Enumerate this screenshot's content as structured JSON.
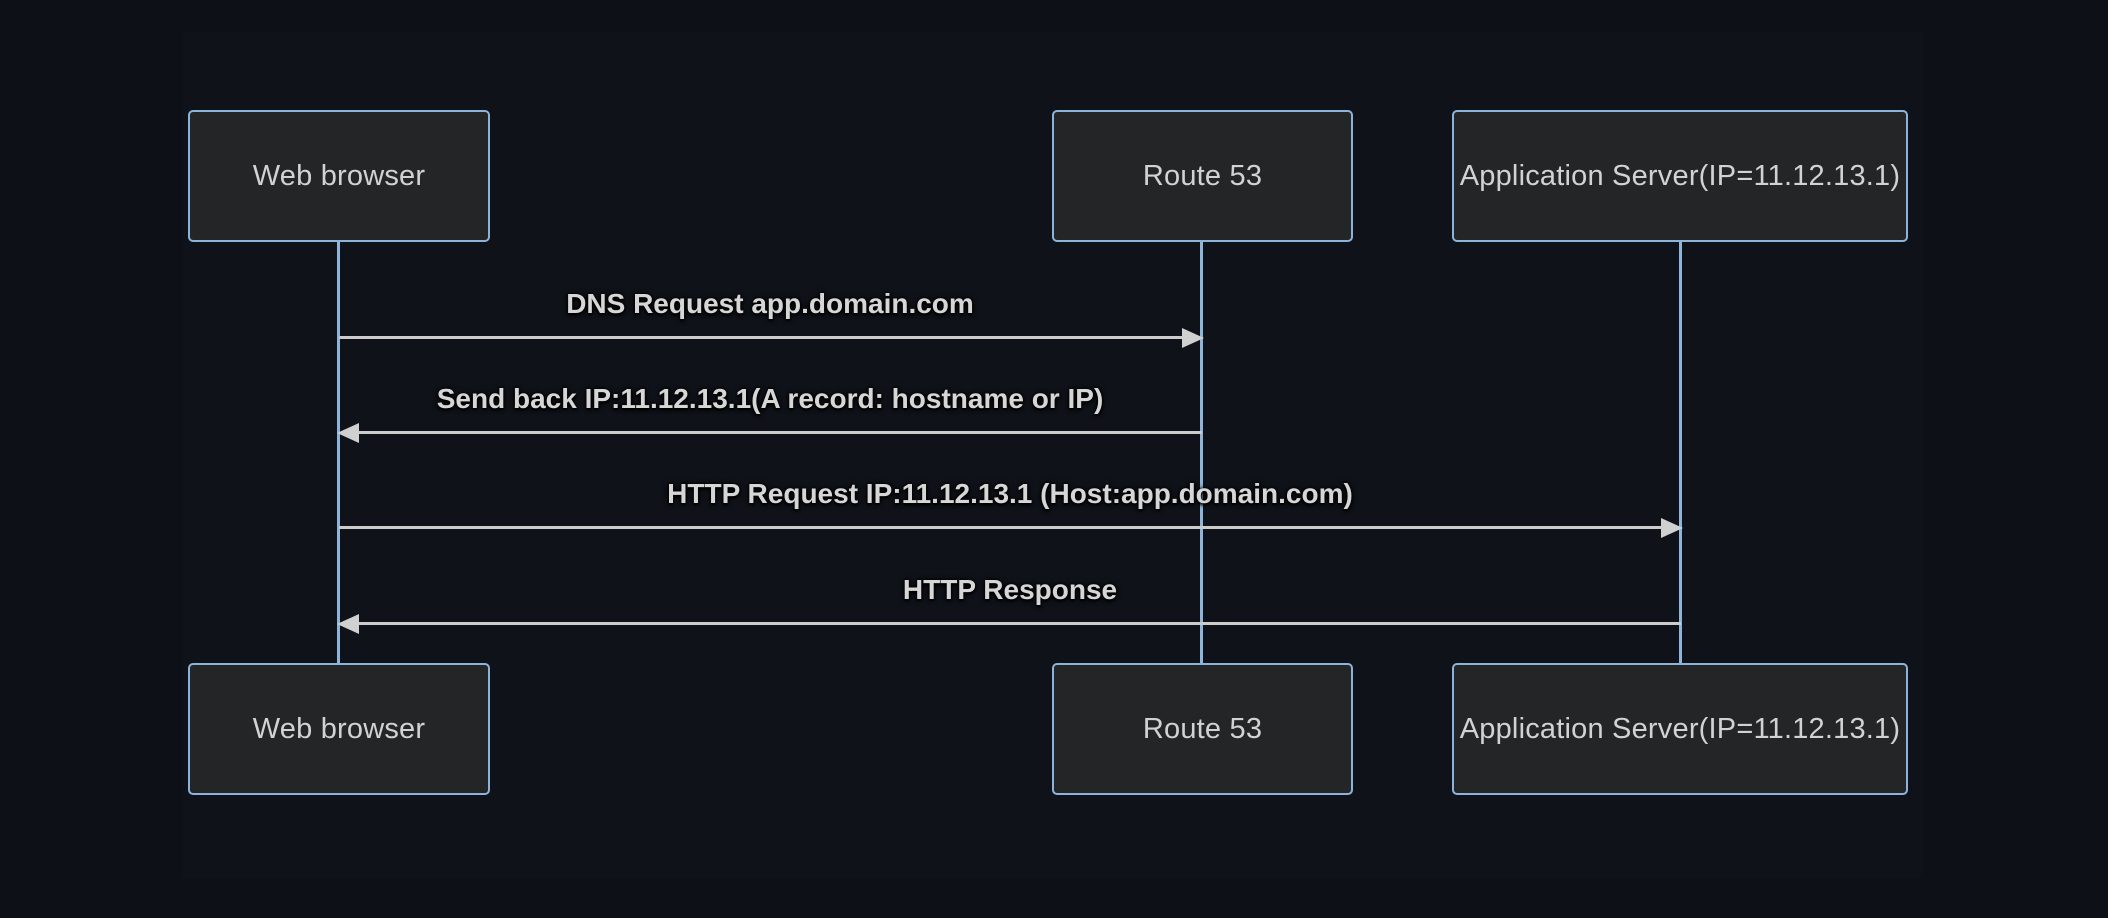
{
  "diagram": {
    "type": "sequence-diagram",
    "actors": [
      {
        "id": "web-browser",
        "label": "Web browser"
      },
      {
        "id": "route-53",
        "label": "Route 53"
      },
      {
        "id": "app-server",
        "label": "Application Server(IP=11.12.13.1)"
      }
    ],
    "messages": [
      {
        "from": "web-browser",
        "to": "route-53",
        "direction": "right",
        "label": "DNS Request app.domain.com"
      },
      {
        "from": "route-53",
        "to": "web-browser",
        "direction": "left",
        "label": "Send back IP:11.12.13.1(A record: hostname or IP)"
      },
      {
        "from": "web-browser",
        "to": "app-server",
        "direction": "right",
        "label": "HTTP Request IP:11.12.13.1 (Host:app.domain.com)"
      },
      {
        "from": "app-server",
        "to": "web-browser",
        "direction": "left",
        "label": "HTTP Response"
      }
    ],
    "colors": {
      "background": "#0d1016",
      "actor_fill": "#232527",
      "actor_border": "#8cb3da",
      "actor_text": "#d1d2d3",
      "lifeline": "#8fb4da",
      "message_line": "#cccccc",
      "message_text": "#d6d6d6"
    }
  }
}
